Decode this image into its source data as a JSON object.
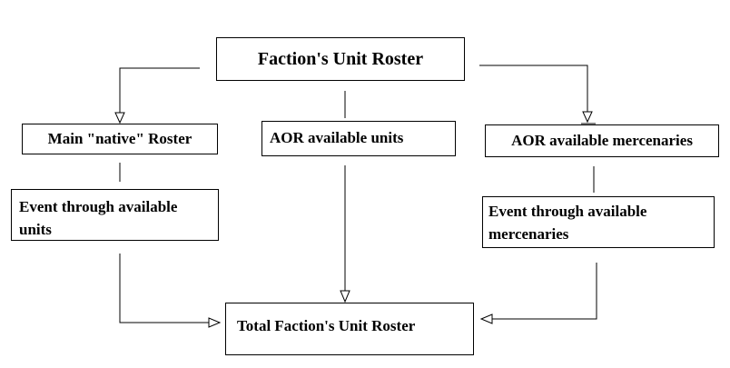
{
  "diagram": {
    "nodes": {
      "top": "Faction's Unit Roster",
      "native": "Main \"native\" Roster",
      "aor_units": "AOR available units",
      "aor_merc": "AOR available mercenaries",
      "event_units": "Event through available units",
      "event_merc": "Event through available mercenaries",
      "total": "Total Faction's Unit Roster"
    },
    "edges": [
      {
        "from": "top",
        "to": "native",
        "arrow": true
      },
      {
        "from": "top",
        "to": "aor_units",
        "arrow": false
      },
      {
        "from": "top",
        "to": "aor_merc",
        "arrow": true
      },
      {
        "from": "native",
        "to": "event_units",
        "arrow": false
      },
      {
        "from": "aor_merc",
        "to": "event_merc",
        "arrow": false
      },
      {
        "from": "event_units",
        "to": "total",
        "arrow": true
      },
      {
        "from": "aor_units",
        "to": "total",
        "arrow": true
      },
      {
        "from": "event_merc",
        "to": "total",
        "arrow": true
      }
    ],
    "colors": {
      "line": "#000000",
      "box_border": "#000000",
      "background": "#ffffff"
    }
  }
}
